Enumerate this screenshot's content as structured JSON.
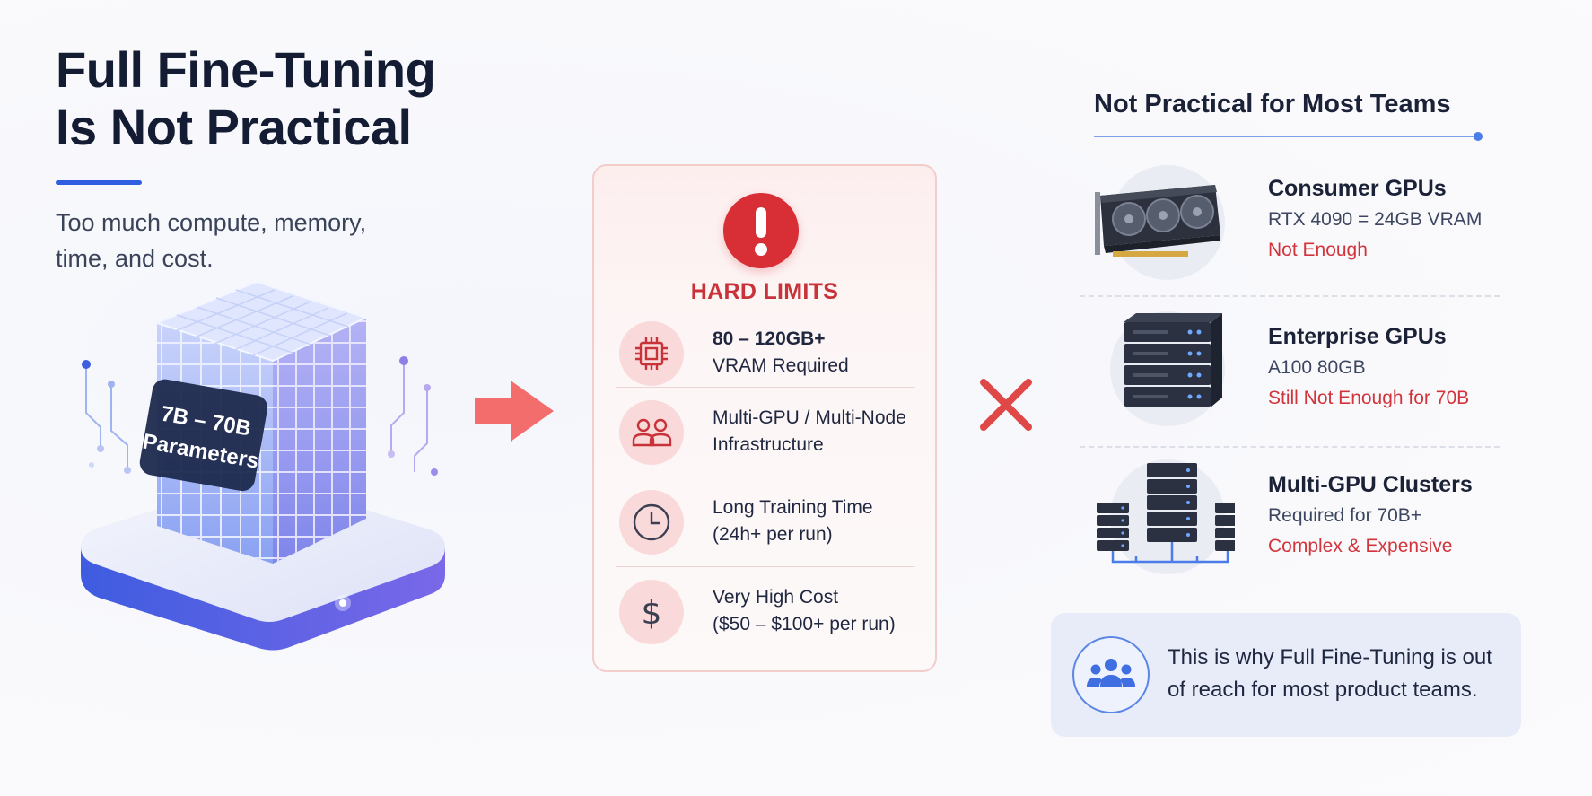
{
  "left": {
    "title_lines": [
      "Full Fine-Tuning",
      "Is Not Practical"
    ],
    "subtitle_lines": [
      "Too much compute, memory,",
      "time, and cost."
    ],
    "model_label_lines": [
      "7B – 70B",
      "Parameters"
    ]
  },
  "limits": {
    "heading": "HARD LIMITS",
    "items": [
      {
        "icon": "chip-icon",
        "line1": "80 – 120GB+",
        "line2": "VRAM Required"
      },
      {
        "icon": "people-icon",
        "line1": "Multi-GPU / Multi-Node",
        "line2": "Infrastructure"
      },
      {
        "icon": "clock-icon",
        "line1": "Long Training Time",
        "line2": "(24h+ per run)"
      },
      {
        "icon": "dollar-icon",
        "line1": "Very High Cost",
        "line2": "($50 – $100+ per run)"
      }
    ]
  },
  "right": {
    "heading": "Not Practical for Most Teams",
    "tiers": [
      {
        "icon": "graphics-card-icon",
        "name": "Consumer GPUs",
        "spec": "RTX 4090 = 24GB VRAM",
        "verdict": "Not Enough"
      },
      {
        "icon": "server-stack-icon",
        "name": "Enterprise GPUs",
        "spec": "A100 80GB",
        "verdict": "Still Not Enough for 70B"
      },
      {
        "icon": "server-cluster-icon",
        "name": "Multi-GPU Clusters",
        "spec": "Required for 70B+",
        "verdict": "Complex & Expensive"
      }
    ],
    "note_lines": [
      "This is why Full Fine-Tuning is out",
      "of reach for most product teams."
    ]
  },
  "colors": {
    "accent_blue": "#2f5fe0",
    "alert_red": "#d82f37",
    "verdict_red": "#d2343b",
    "heading_dark": "#141c33"
  }
}
